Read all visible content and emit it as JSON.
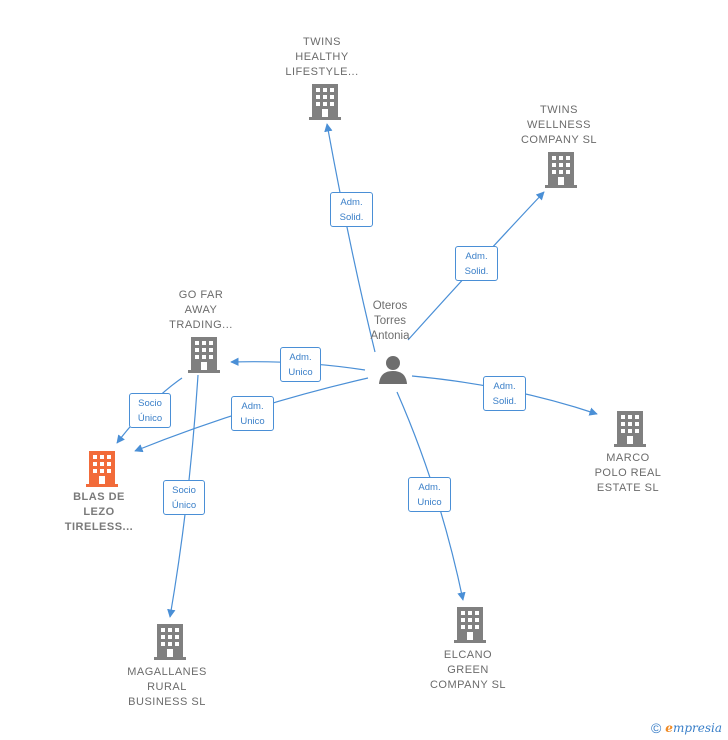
{
  "person": {
    "name": "Oteros\nTorres\nAntonia"
  },
  "companies": [
    {
      "id": "twins_healthy",
      "name": "TWINS\nHEALTHY\nLIFESTYLE..."
    },
    {
      "id": "twins_wellness",
      "name": "TWINS\nWELLNESS\nCOMPANY  SL"
    },
    {
      "id": "go_far_away",
      "name": "GO FAR\nAWAY\nTRADING..."
    },
    {
      "id": "blas_de_lezo",
      "name": "BLAS DE\nLEZO\nTIRELESS...",
      "highlight": true
    },
    {
      "id": "marco_polo",
      "name": "MARCO\nPOLO REAL\nESTATE  SL"
    },
    {
      "id": "elcano",
      "name": "ELCANO\nGREEN\nCOMPANY  SL"
    },
    {
      "id": "magallanes",
      "name": "MAGALLANES\nRURAL\nBUSINESS  SL"
    }
  ],
  "relations": [
    {
      "id": "r1",
      "label": "Adm.\nSolid."
    },
    {
      "id": "r2",
      "label": "Adm.\nSolid."
    },
    {
      "id": "r3",
      "label": "Adm.\nUnico"
    },
    {
      "id": "r4",
      "label": "Adm.\nUnico"
    },
    {
      "id": "r5",
      "label": "Adm.\nSolid."
    },
    {
      "id": "r6",
      "label": "Adm.\nUnico"
    },
    {
      "id": "r7",
      "label": "Socio\nÚnico"
    },
    {
      "id": "r8",
      "label": "Socio\nÚnico"
    }
  ],
  "colors": {
    "edge": "#4a8fd6",
    "building": "#808080",
    "building_highlight": "#f26b3a",
    "person": "#6e6e6e"
  },
  "footer": {
    "copyright": "©",
    "brand_initial": "e",
    "brand_rest": "mpresia"
  }
}
